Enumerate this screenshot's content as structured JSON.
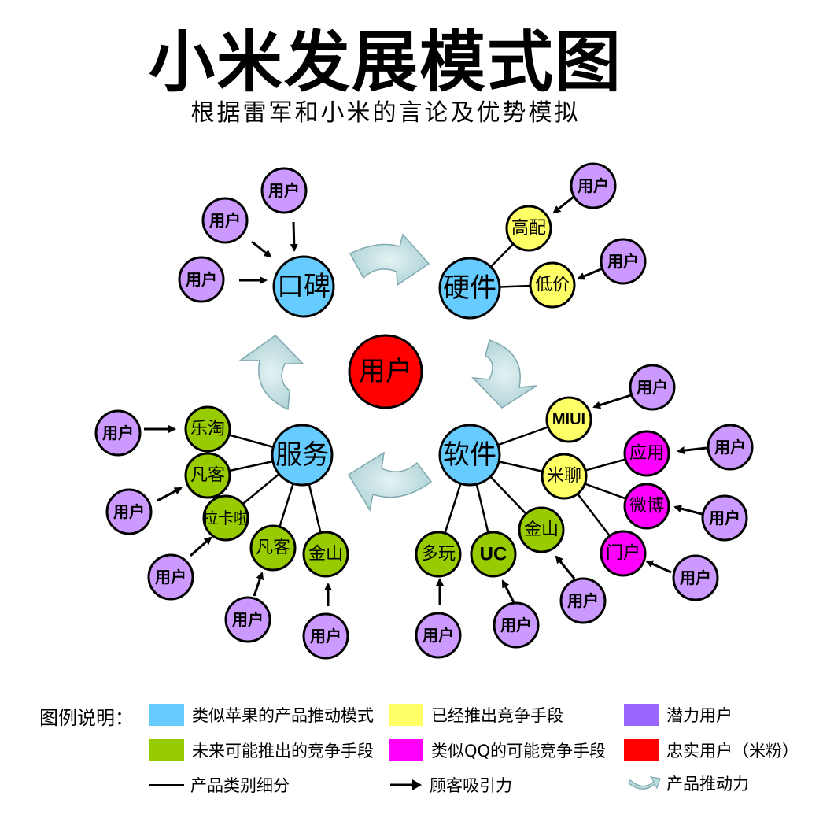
{
  "title": "小米发展模式图",
  "subtitle": "根据雷军和小米的言论及优势模拟",
  "colors": {
    "blue": "#66CCFF",
    "green": "#99CC00",
    "yellow": "#FFFF66",
    "magenta": "#FF00FF",
    "purple": "#CC99FF",
    "red": "#FF0000",
    "arrow_fill": "#B9DCDF"
  },
  "center_label": "用户",
  "hubs": {
    "koubei": "口碑",
    "yingjian": "硬件",
    "ruanjian": "软件",
    "fuwu": "服务"
  },
  "hardware_nodes": [
    "高配",
    "低价"
  ],
  "software_nodes": [
    "MIUI",
    "米聊",
    "应用",
    "微博",
    "门户",
    "金山",
    "UC",
    "多玩"
  ],
  "service_nodes": [
    "乐淘",
    "凡客",
    "拉卡啦",
    "凡客",
    "金山"
  ],
  "user_label": "用户",
  "legend": {
    "title": "图例说明：",
    "items": [
      {
        "label": "类似苹果的产品推动模式",
        "color": "#66CCFF"
      },
      {
        "label": "已经推出竞争手段",
        "color": "#FFFF66"
      },
      {
        "label": "潜力用户",
        "color": "#9966FF"
      },
      {
        "label": "未来可能推出的竞争手段",
        "color": "#99CC00"
      },
      {
        "label": "类似QQ的可能竞争手段",
        "color": "#FF00FF"
      },
      {
        "label": "忠实用户（米粉）",
        "color": "#FF0000"
      },
      {
        "label": "产品类别细分"
      },
      {
        "label": "顾客吸引力"
      },
      {
        "label": "产品推动力"
      }
    ]
  }
}
